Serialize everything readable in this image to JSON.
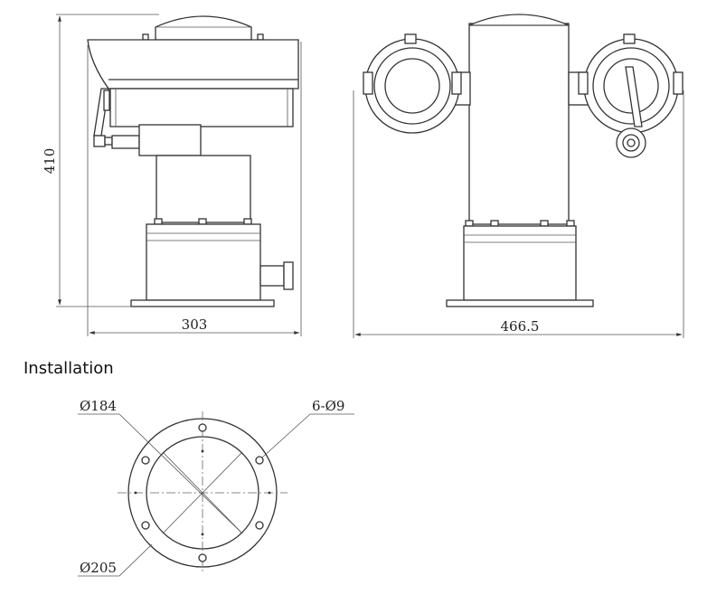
{
  "dimensions": {
    "height": "410",
    "side_width": "303",
    "front_width": "466.5"
  },
  "installation": {
    "title": "Installation",
    "inner_diameter": "Ø184",
    "outer_diameter": "Ø205",
    "holes": "6-Ø9"
  }
}
